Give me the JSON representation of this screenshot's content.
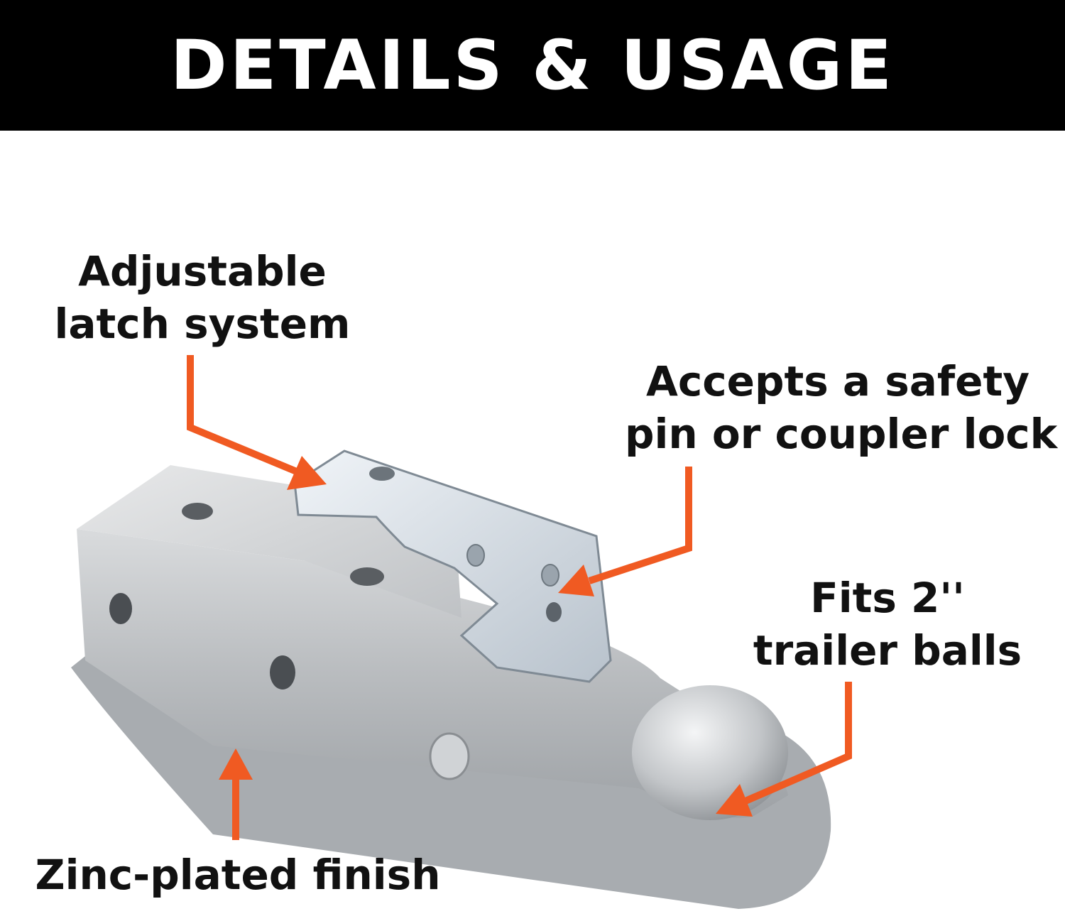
{
  "banner": {
    "title": "DETAILS & USAGE",
    "background": "#000000",
    "text_color": "#ffffff"
  },
  "accent_color": "#f05a22",
  "product": {
    "icon": "trailer-coupler-image"
  },
  "callouts": {
    "latch": {
      "line1": "Adjustable",
      "line2": "latch system"
    },
    "lock": {
      "line1": "Accepts a safety",
      "line2": "pin or coupler lock"
    },
    "balls": {
      "line1": "Fits 2''",
      "line2": "trailer balls"
    },
    "finish": {
      "line1": "Zinc-plated finish"
    }
  }
}
